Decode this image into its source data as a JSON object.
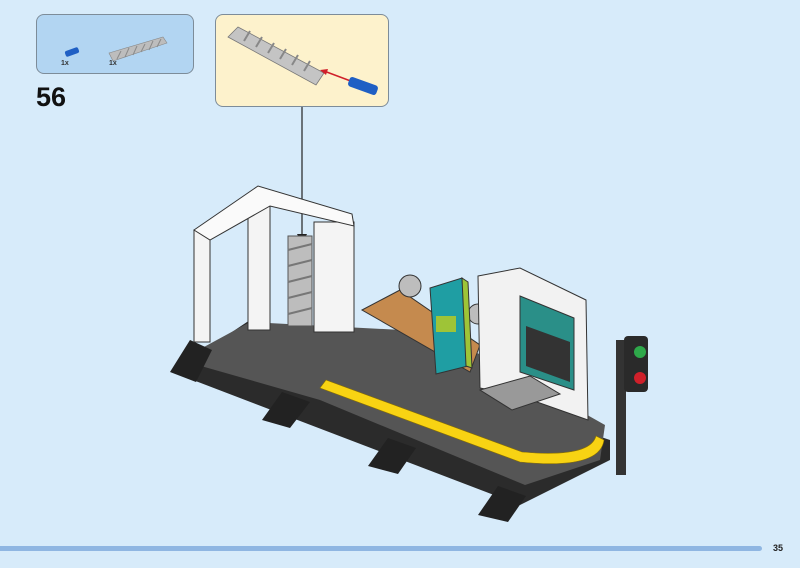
{
  "step_number": "56",
  "page_number": "35",
  "parts_list": [
    {
      "name": "blue-pin",
      "quantity": "1x",
      "color": "#1f5fc4"
    },
    {
      "name": "twisted-column",
      "quantity": "1x",
      "color": "#bdbdbd"
    }
  ],
  "colors": {
    "background": "#d7ebfa",
    "parts_box": "#b2d5f2",
    "callout": "#fdf2cc",
    "arrow": "#d0202a",
    "stripe": "#f8d313",
    "progress": "#8fb6e2"
  }
}
